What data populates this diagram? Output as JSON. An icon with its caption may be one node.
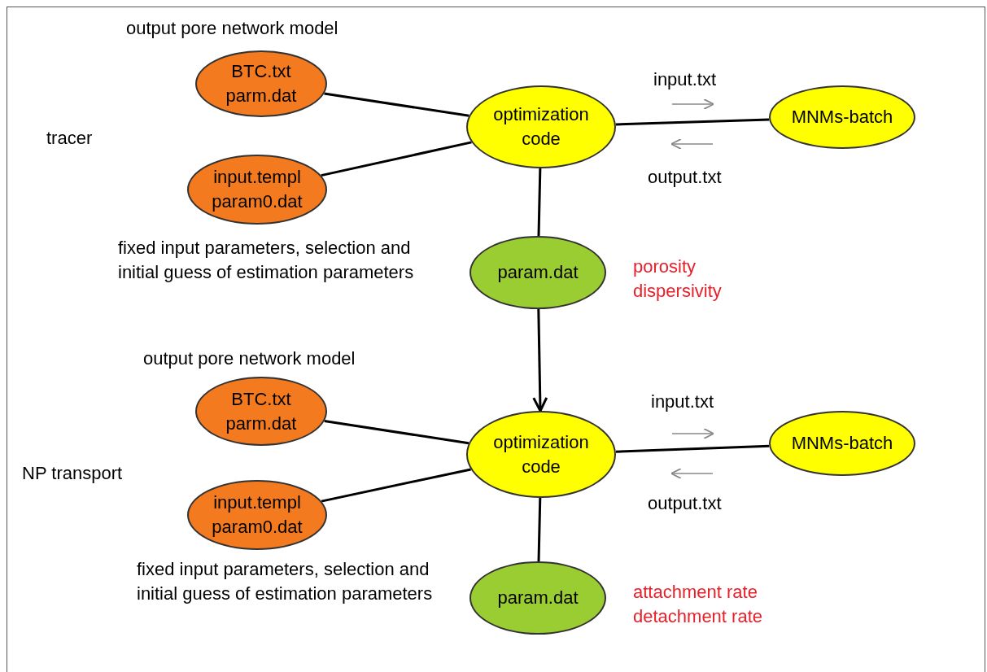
{
  "diagram": {
    "nodes": [
      {
        "text": [
          "BTC.txt parm.dat"
        ],
        "beside": [
          "output pore network model"
        ]
      },
      {
        "text": [
          "input.templ param0.dat"
        ],
        "beside": [
          "fixed input parameters, selection and initial guess of estimation parameters"
        ]
      },
      {
        "text": [
          "optimization code"
        ]
      },
      {
        "text": [
          "MNMs-batch"
        ]
      },
      {
        "text": [
          "param.dat"
        ],
        "beside": [
          "porosity dispersivity"
        ]
      },
      {
        "text": [
          "BTC.txt parm.dat"
        ],
        "beside": [
          "output pore network model"
        ]
      },
      {
        "text": [
          "input.templ param0.dat"
        ],
        "beside": [
          "fixed input parameters, selection and initial guess of estimation parameters"
        ]
      },
      {
        "text": [
          "optimization code"
        ]
      },
      {
        "text": [
          "MNMs-batch"
        ]
      },
      {
        "text": [
          "param.dat"
        ],
        "beside": [
          "attachment rate detachment rate"
        ]
      }
    ],
    "edges": [
      {
        "from": 0,
        "to": 2,
        "arrow": "none"
      },
      {
        "from": 1,
        "to": 2,
        "arrow": "none"
      },
      {
        "from": 2,
        "to": 3,
        "arrow": "none"
      },
      {
        "from": 2,
        "to": 4,
        "arrow": "none"
      },
      {
        "from": 4,
        "to": 7,
        "arrow": "to"
      },
      {
        "from": 5,
        "to": 7,
        "arrow": "none"
      },
      {
        "from": 6,
        "to": 7,
        "arrow": "none"
      },
      {
        "from": 7,
        "to": 8,
        "arrow": "none"
      },
      {
        "from": 7,
        "to": 9,
        "arrow": "none"
      }
    ],
    "labels": [
      "tracer",
      "input.txt",
      "output.txt",
      "NP transport",
      "input.txt",
      "output.txt"
    ]
  }
}
